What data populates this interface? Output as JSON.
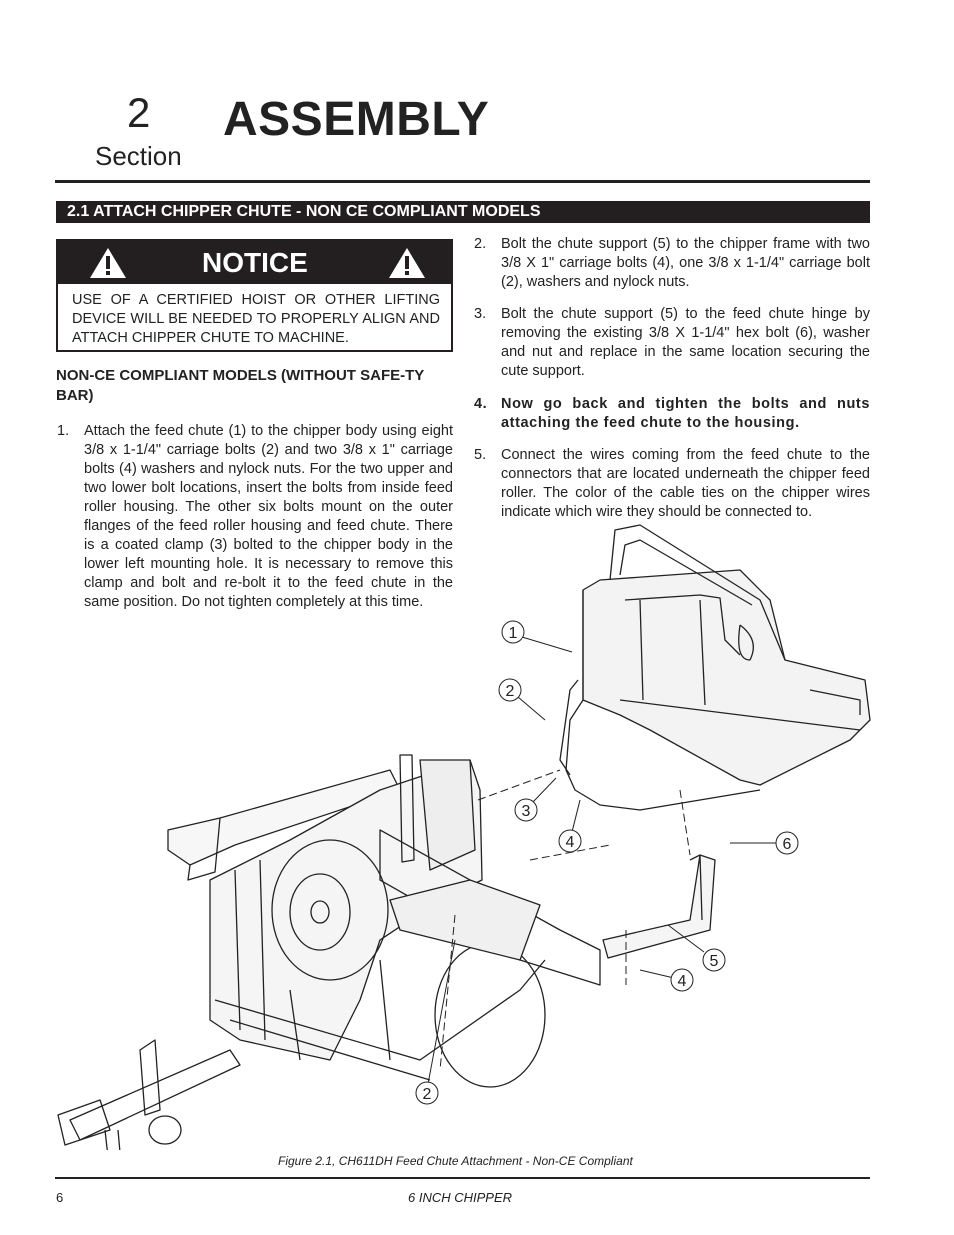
{
  "section": {
    "number": "2",
    "word": "Section",
    "title": "ASSEMBLY"
  },
  "heading": "2.1  ATTACH CHIPPER CHUTE - NON CE COMPLIANT MODELS",
  "notice": {
    "title": "NOTICE",
    "text": "USE OF A CERTIFIED HOIST OR OTHER LIFTING DEVICE WILL BE NEEDED TO PROPERLY ALIGN AND ATTACH CHIPPER CHUTE TO MACHINE."
  },
  "subheading": "NON-CE COMPLIANT MODELS (WITHOUT SAFE-TY BAR)",
  "steps": [
    {
      "num": "1.",
      "text": "Attach the feed chute (1) to the chipper body using eight 3/8 x 1-1/4\" carriage bolts (2) and two 3/8 x 1\" carriage bolts (4) washers and nylock nuts. For the two upper and two lower bolt locations, insert the bolts from inside feed roller housing. The other six bolts mount on the outer flanges of the feed roller housing and feed chute. There is a coated clamp (3) bolted to the chipper body in the lower left mounting hole.  It is necessary to remove this clamp and bolt and re-bolt it to the feed chute in the same position.  Do not tighten completely at this time."
    },
    {
      "num": "2.",
      "text": "Bolt the chute support (5) to the chipper frame with two 3/8 X 1\" carriage bolts (4), one 3/8 x 1-1/4\" carriage bolt (2),  washers and nylock nuts."
    },
    {
      "num": "3.",
      "text": "Bolt the chute support (5) to the feed chute hinge by removing the existing 3/8 X 1-1/4\" hex bolt (6), washer and nut and replace in the same location securing the cute support."
    },
    {
      "num": "4.",
      "text": "Now go back and tighten the bolts and nuts attaching the feed chute to the housing."
    },
    {
      "num": "5.",
      "text": "Connect the wires coming from the feed chute to the connectors that are located underneath the chipper feed roller. The color of the cable ties on the chipper wires indicate which wire they should be connected to."
    }
  ],
  "figure": {
    "caption": "Figure 2.1, CH611DH Feed Chute Attachment - Non-CE Compliant",
    "callouts": [
      "1",
      "2",
      "3",
      "4",
      "6",
      "5",
      "4",
      "2"
    ]
  },
  "footer": {
    "page": "6",
    "title": "6 INCH CHIPPER"
  }
}
